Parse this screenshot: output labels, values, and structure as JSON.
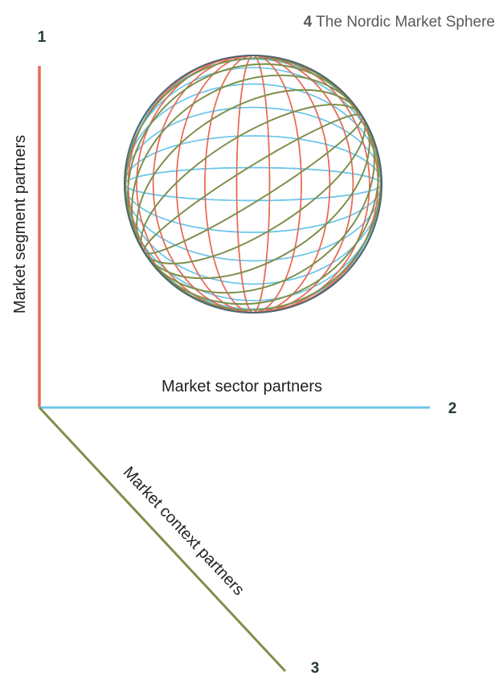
{
  "title": {
    "number": "4",
    "text": "The Nordic Market Sphere"
  },
  "axes": {
    "vertical": {
      "number": "1",
      "label": "Market segment partners",
      "color": "#E86B55"
    },
    "horizontal": {
      "number": "2",
      "label": "Market sector partners",
      "color": "#6CC6EA"
    },
    "diagonal": {
      "number": "3",
      "label": "Market context partners",
      "color": "#7E8F4C"
    }
  },
  "sphere": {
    "outline_color": "#4E6670",
    "families": [
      {
        "name": "vertical",
        "color": "#E86B55"
      },
      {
        "name": "horizontal",
        "color": "#6CC6EA"
      },
      {
        "name": "diagonal",
        "color": "#7E8F4C"
      }
    ]
  },
  "colors": {
    "text": "#222222",
    "heading": "#595959",
    "number": "#243B36"
  }
}
